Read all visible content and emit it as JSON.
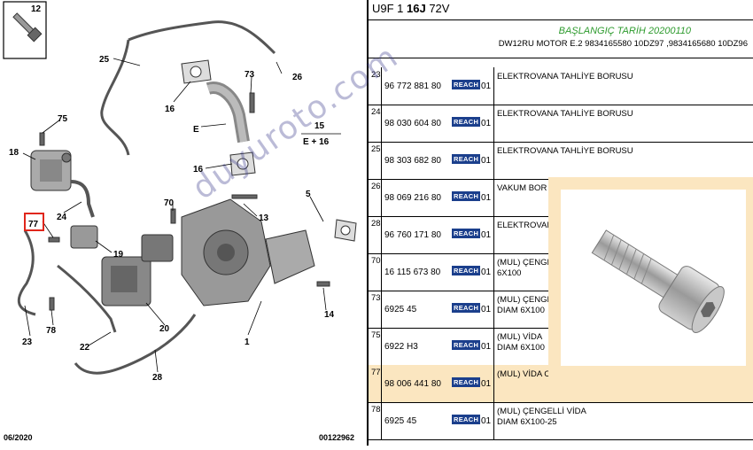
{
  "header": {
    "title_prefix": "U9F 1 ",
    "title_bold": "16J",
    "title_suffix": " 72V",
    "start_date": "BAŞLANGIÇ TARİH 20200110",
    "motor": "DW12RU MOTOR E.2 9834165580 10DZ97 ,9834165680 10DZ96"
  },
  "rows": [
    {
      "idx": "23",
      "ref": "96 772 881 80",
      "reach": "REACH",
      "qty": "01",
      "desc": [
        "ELEKTROVANA TAHLİYE BORUSU"
      ]
    },
    {
      "idx": "24",
      "ref": "98 030 604 80",
      "reach": "REACH",
      "qty": "01",
      "desc": [
        "ELEKTROVANA TAHLİYE BORUSU"
      ]
    },
    {
      "idx": "25",
      "ref": "98 303 682 80",
      "reach": "REACH",
      "qty": "01",
      "desc": [
        "ELEKTROVANA TAHLİYE BORUSU"
      ]
    },
    {
      "idx": "26",
      "ref": "98 069 216 80",
      "reach": "REACH",
      "qty": "01",
      "desc": [
        "VAKUM BOR"
      ]
    },
    {
      "idx": "28",
      "ref": "96 760 171 80",
      "reach": "REACH",
      "qty": "01",
      "desc": [
        "ELEKTROVANA"
      ]
    },
    {
      "idx": "70",
      "ref": "16 115 673 80",
      "reach": "REACH",
      "qty": "01",
      "desc": [
        "(MUL) ÇENGE",
        "6X100"
      ]
    },
    {
      "idx": "73",
      "ref": "6925 45",
      "reach": "REACH",
      "qty": "01",
      "desc": [
        "(MUL) ÇENGE",
        "DIAM 6X100"
      ]
    },
    {
      "idx": "75",
      "ref": "6922 H3",
      "reach": "REACH",
      "qty": "01",
      "desc": [
        "(MUL) VİDA",
        "DIAM 6X100"
      ]
    },
    {
      "idx": "77",
      "ref": "98 006 441 80",
      "reach": "REACH",
      "qty": "01",
      "desc": [
        "(MUL) VİDA CHC R D L"
      ]
    },
    {
      "idx": "78",
      "ref": "6925 45",
      "reach": "REACH",
      "qty": "01",
      "desc": [
        "(MUL) ÇENGELLİ VİDA",
        "DIAM 6X100-25"
      ]
    }
  ],
  "diagram": {
    "labels": [
      "12",
      "25",
      "26",
      "16",
      "73",
      "E",
      "75",
      "15",
      "E + 16",
      "18",
      "16",
      "70",
      "13",
      "5",
      "77",
      "24",
      "19",
      "14",
      "78",
      "20",
      "23",
      "22",
      "1",
      "28"
    ],
    "highlight_label": "77",
    "footer_left": "06/2020",
    "footer_right": "00122962"
  },
  "watermark": "duyuroto.com"
}
